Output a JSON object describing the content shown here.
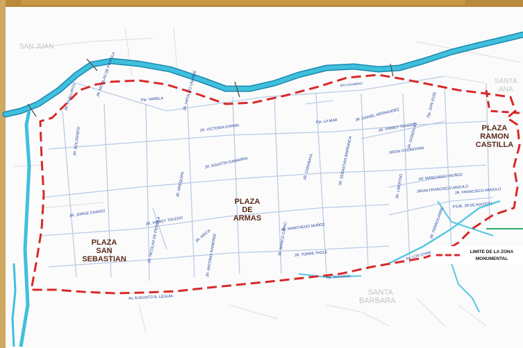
{
  "colors": {
    "river": "#3fc0dc",
    "river_edge": "#1a86b0",
    "boundary": "#d82828",
    "street_text": "#1d3f9a",
    "plaza_text": "#5a2a18",
    "left_border": "#cfa862",
    "top_banner": "#b88a3c"
  },
  "zones": {
    "san_juan": "SAN JUAN",
    "santa_ana_1": "SANTA",
    "santa_ana_2": "ANA",
    "santa_barbara_1": "SANTA",
    "santa_barbara_2": "BARBARA"
  },
  "plazas": {
    "ramon_castilla": [
      "PLAZA",
      "RAMON",
      "CASTILLA"
    ],
    "de_armas": [
      "PLAZA",
      "DE",
      "ARMAS"
    ],
    "san_sebastian": [
      "PLAZA",
      "SAN",
      "SEBASTIAN"
    ]
  },
  "legend": {
    "line1": "LIMITE DE LA ZONA",
    "line2": "MONUMENTAL"
  },
  "streets": {
    "jr_huallayco": "JR. HUALLAYCO",
    "pje_varela": "Pje. VARELA",
    "jr_victoria_garma": "JR. VICTORIA GARMA",
    "pje_la_mar": "Pje. LA MAR",
    "jr_daniel_hernandez": "JR. DANIEL HERNANDEZ",
    "jr_augustin_gamarra": "JR. AGUSTIN GAMARRA",
    "jr_virrey_toledo_e": "JR. VIRREY TOLEDO",
    "jiron_odonovan": "JIRON O'DONOVAN",
    "av_manchego_munoz_e": "AV. MANCHEGO MUÑOZ",
    "jiron_francisco_angulo": "JIRON FRANCISCO ANGULO",
    "jr_francisco_angulo": "JR. FRANCISCO ANGULO",
    "pje_28_agosto": "PSJE. 28 DE AGOSTO",
    "jr_jorge_chavez": "JR. JORGE CHAVEZ",
    "jr_virrey_toledo_w": "JR. VIRREY TOLEDO",
    "av_manchego_munoz_c": "AV. MANCHEGO MUÑOZ",
    "jr_torre_tagle": "JR. TORRE TAGLE",
    "jr_nicolas_pierola_n": "JR. NICOLAS DE PIEROLA",
    "jr_nicolas_pierola_s": "JR. NICOLAS DE PIEROLA",
    "jr_arequipa": "JR. AREQUIPA",
    "jr_arica": "JR. ARICA",
    "jr_antonio_raimondi": "JR. ANTONIO RAIMONDI",
    "jr_carabaya": "JR. CARABAYA",
    "jr_sebastian_barranca": "JR. SEBASTIAN BARRANCA",
    "jr_manco_capac": "JR. MANCO CAPAC",
    "jr_hipolito_unanue": "JR. HIPOLITO UNANUE",
    "jr_bolognesi": "JR. BOLOGNESI",
    "jr_libertad": "JR. LIBERTAD",
    "jr_gonzalez": "JR. GONZALEZ",
    "jr_san_jose": "Pje. SAN JOSE",
    "jr_ferrocarril": "JR. FERROCARRIL",
    "av_los_chancas": "Av. LOS CHANCAS",
    "av_augusto_leguia": "Av. AUGUSTO B. LEGUIA",
    "rio_chumbao": "RIO CHUMBAO",
    "pje_eduardo": "Pje. EDUARDO"
  }
}
